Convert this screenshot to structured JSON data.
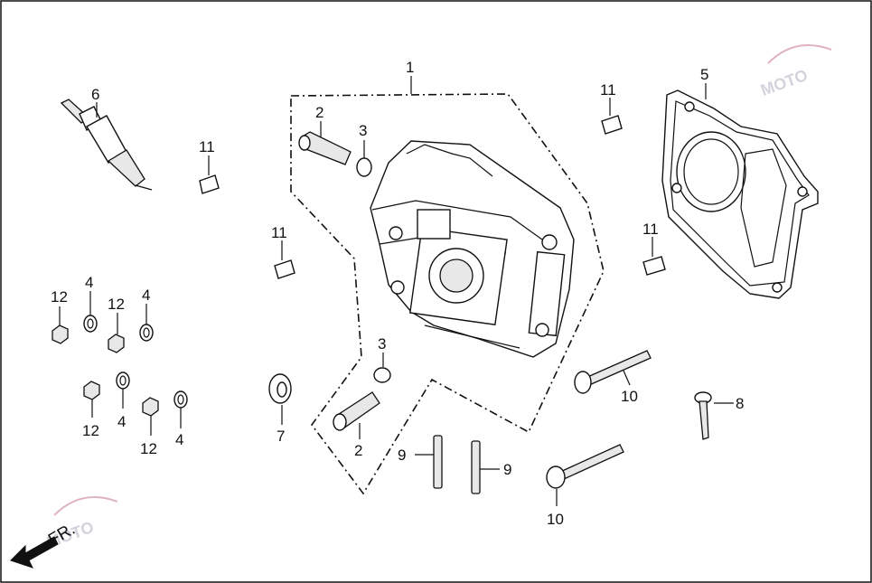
{
  "callouts": {
    "c1": "1",
    "c2a": "2",
    "c2b": "2",
    "c3a": "3",
    "c3b": "3",
    "c4a": "4",
    "c4b": "4",
    "c4c": "4",
    "c4d": "4",
    "c5": "5",
    "c6": "6",
    "c7": "7",
    "c8": "8",
    "c9a": "9",
    "c9b": "9",
    "c10a": "10",
    "c10b": "10",
    "c11a": "11",
    "c11b": "11",
    "c11c": "11",
    "c11d": "11",
    "c12a": "12",
    "c12b": "12",
    "c12c": "12",
    "c12d": "12"
  },
  "direction": {
    "label": "FR."
  },
  "watermark": {
    "text": "MOTO"
  }
}
